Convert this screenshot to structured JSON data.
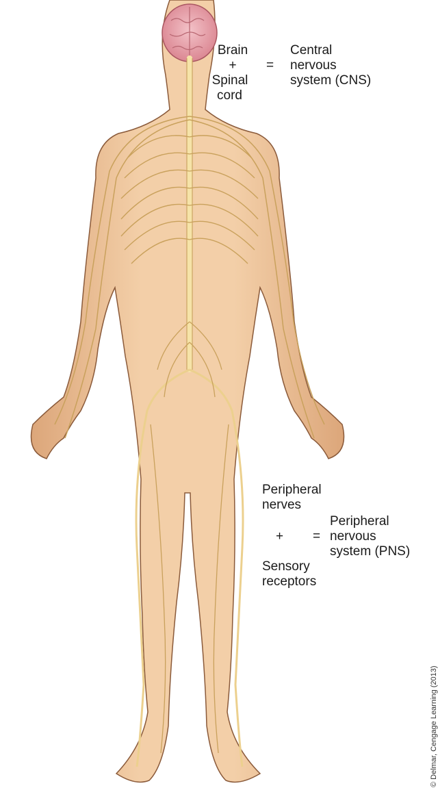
{
  "labels": {
    "cns_left_1": "Brain",
    "cns_plus": "+",
    "cns_left_2": "Spinal",
    "cns_left_3": "cord",
    "cns_equals": "=",
    "cns_right_1": "Central",
    "cns_right_2": "nervous",
    "cns_right_3": "system (CNS)",
    "pns_left_1": "Peripheral",
    "pns_left_2": "nerves",
    "pns_plus": "+",
    "pns_left_3": "Sensory",
    "pns_left_4": "receptors",
    "pns_equals": "=",
    "pns_right_1": "Peripheral",
    "pns_right_2": "nervous",
    "pns_right_3": "system (PNS)"
  },
  "credit": "© Delmar, Cengage Learning (2013)",
  "colors": {
    "skin": "#f2c9a1",
    "skin_shadow": "#d9a47a",
    "outline": "#8a5a3a",
    "nerve": "#f7e6b0",
    "nerve_outline": "#b08a4a",
    "brain": "#e7a0a8",
    "text": "#1a1a1a"
  }
}
